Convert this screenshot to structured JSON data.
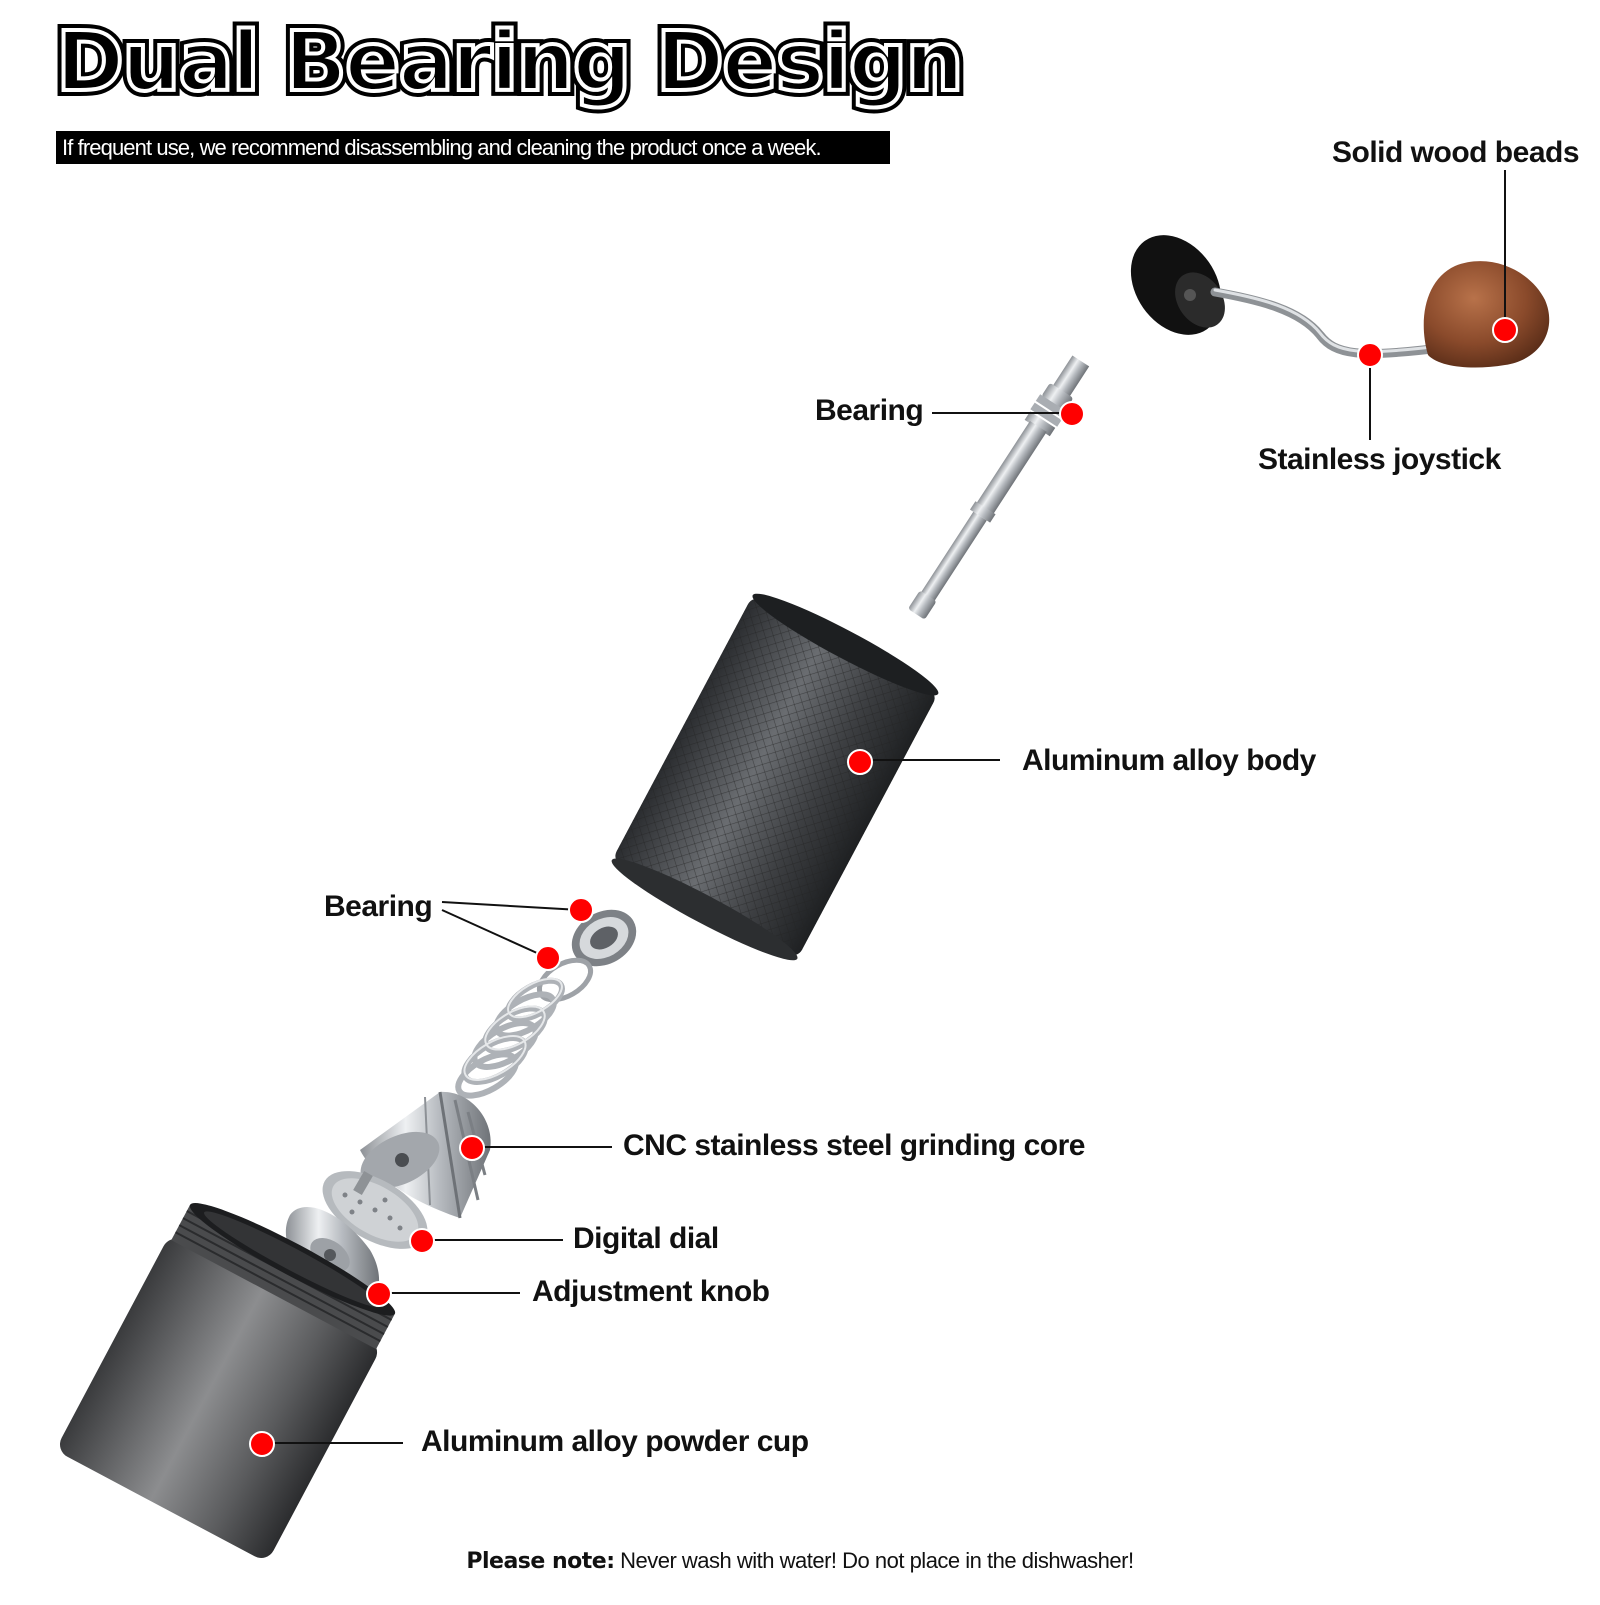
{
  "header": {
    "title": "Dual Bearing Design",
    "subtitle": "If frequent use, we recommend disassembling and cleaning the product once a week."
  },
  "labels": {
    "solid_wood_beads": "Solid wood beads",
    "stainless_joystick": "Stainless joystick",
    "bearing_top": "Bearing",
    "aluminum_body": "Aluminum alloy body",
    "bearing_lower": "Bearing",
    "grinding_core": "CNC stainless steel grinding core",
    "digital_dial": "Digital dial",
    "adjustment_knob": "Adjustment knob",
    "powder_cup": "Aluminum alloy powder cup"
  },
  "footer": {
    "note_label": "Please note:",
    "note_text": " Never wash with water! Do not place in the dishwasher!"
  },
  "colors": {
    "marker": "#ff0000",
    "leader": "#111111",
    "metal": "#c7c9cc",
    "anodized": "#3b3d40",
    "wood": "#8a4a2b"
  }
}
